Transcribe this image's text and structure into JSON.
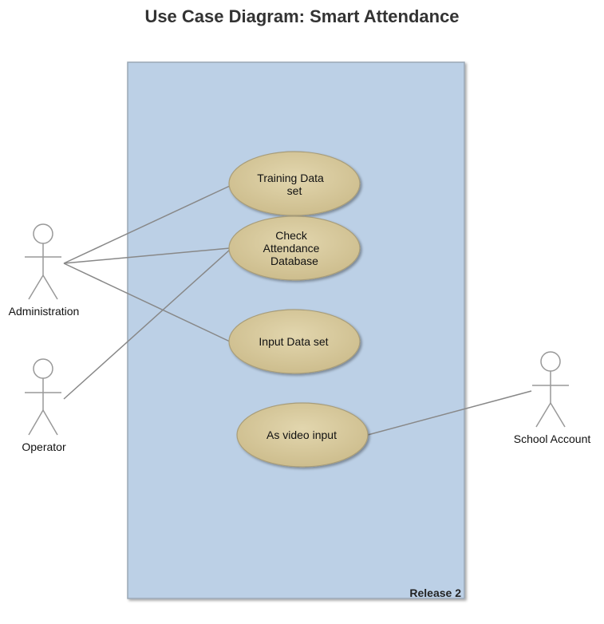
{
  "title": "Use Case Diagram: Smart Attendance",
  "system_boundary": {
    "label": "Release 2",
    "fill": "#bcd0e6",
    "stroke": "#9aa7b5"
  },
  "actors": [
    {
      "id": "administration",
      "label": "Administration"
    },
    {
      "id": "operator",
      "label": "Operator"
    },
    {
      "id": "school-account",
      "label": "School Account"
    }
  ],
  "use_cases": [
    {
      "id": "training-data-set",
      "lines": [
        "Training Data",
        "set"
      ]
    },
    {
      "id": "check-attendance-database",
      "lines": [
        "Check",
        "Attendance",
        "Database"
      ]
    },
    {
      "id": "input-data-set",
      "lines": [
        "Input Data set"
      ]
    },
    {
      "id": "as-video-input",
      "lines": [
        "As video input"
      ]
    }
  ],
  "use_case_fill": "#d7c99f",
  "associations": [
    {
      "from": "administration",
      "to": "training-data-set"
    },
    {
      "from": "administration",
      "to": "check-attendance-database"
    },
    {
      "from": "administration",
      "to": "input-data-set"
    },
    {
      "from": "operator",
      "to": "check-attendance-database"
    },
    {
      "from": "school-account",
      "to": "as-video-input"
    }
  ]
}
